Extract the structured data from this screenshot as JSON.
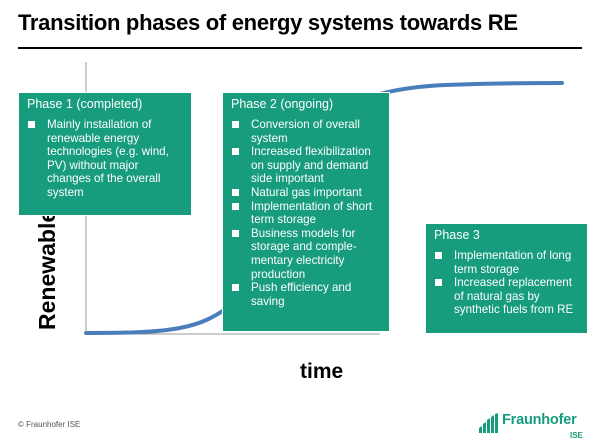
{
  "title": "Transition phases of energy systems towards RE",
  "axes": {
    "y_label": "Renewable ...ion",
    "x_label": "time"
  },
  "colors": {
    "phase_box": "#179c7d",
    "curve": "#4a7ebb",
    "brand": "#179c7d"
  },
  "phases": [
    {
      "title": "Phase 1 (completed)",
      "items": [
        "Mainly installation of renewable energy technologies (e.g. wind, PV) without major changes of the overall system"
      ]
    },
    {
      "title": "Phase 2 (ongoing)",
      "items": [
        "Conversion of overall system",
        "Increased flexibilization on supply and demand side important",
        "Natural gas important",
        "Implementation of short term storage",
        "Business models for storage and comple-mentary electricity production",
        "Push efficiency and saving"
      ]
    },
    {
      "title": "Phase 3",
      "items": [
        "Implementation of long term storage",
        "Increased replacement of natural gas by synthetic fuels from RE"
      ]
    }
  ],
  "footer": {
    "copyright": "© Fraunhofer ISE"
  },
  "logo": {
    "name": "Fraunhofer",
    "sub": "ISE",
    "icon": "fraunhofer-logo-icon"
  }
}
